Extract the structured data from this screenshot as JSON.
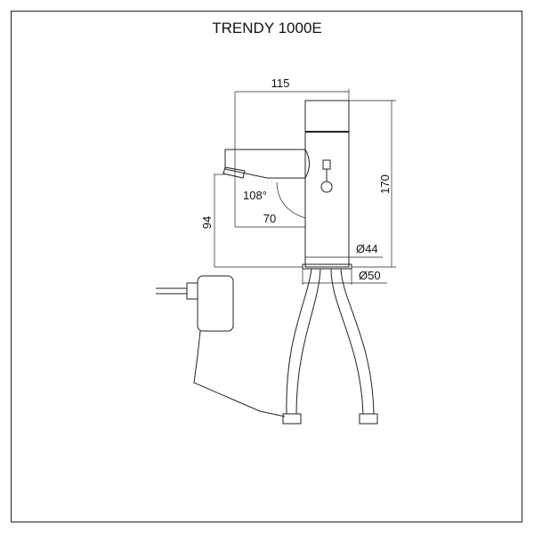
{
  "title": "TRENDY 1000E",
  "dimensions": {
    "width_total": "115",
    "height_total": "170",
    "spout_height": "94",
    "spout_reach": "70",
    "angle": "108°",
    "body_diameter": "Ø44",
    "flange_diameter": "Ø50"
  }
}
